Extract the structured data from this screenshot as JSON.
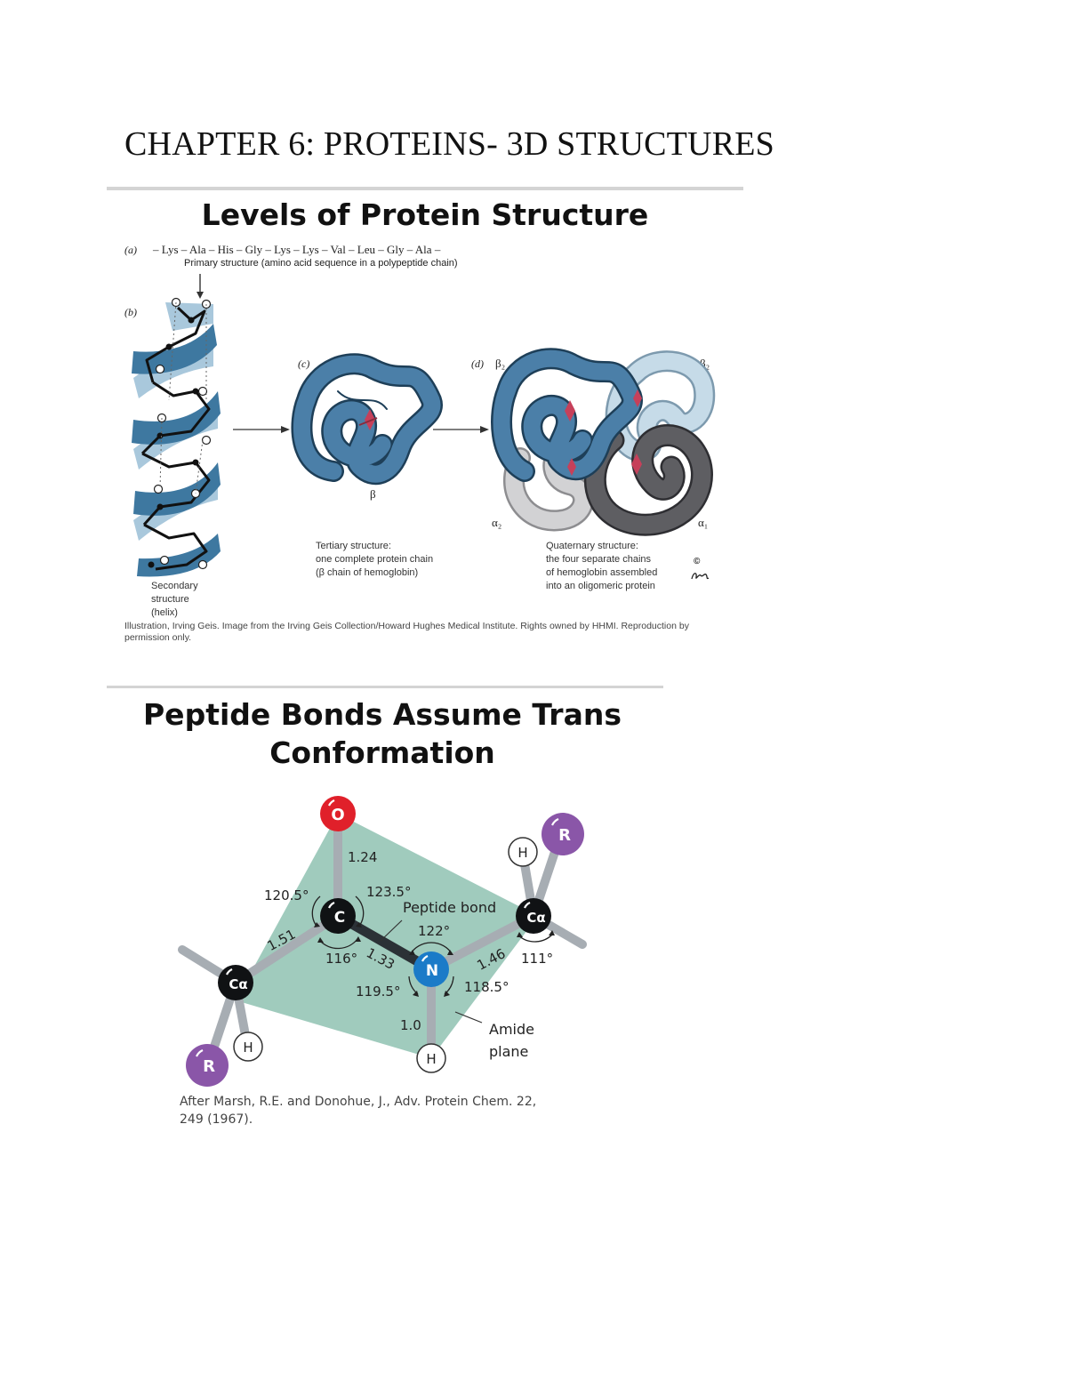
{
  "page": {
    "chapter_title": "CHAPTER 6: PROTEINS- 3D STRUCTURES"
  },
  "slide1": {
    "title": "Levels of Protein Structure",
    "label_a": "(a)",
    "sequence": "– Lys – Ala – His – Gly – Lys – Lys – Val – Leu – Gly – Ala –",
    "primary_caption": "Primary structure (amino acid sequence in a polypeptide chain)",
    "label_b": "(b)",
    "label_c": "(c)",
    "label_d": "(d)",
    "beta_label": "β",
    "beta2_left": "β₂",
    "beta2_right": "β₂",
    "alpha2": "α₂",
    "alpha1": "α₁",
    "secondary_caption": [
      "Secondary",
      "structure",
      "(helix)"
    ],
    "tertiary_caption": [
      "Tertiary structure:",
      "one complete protein chain",
      "(β chain of hemoglobin)"
    ],
    "quaternary_caption": [
      "Quaternary structure:",
      "the four separate chains",
      "of hemoglobin assembled",
      "into an oligomeric protein"
    ],
    "copyright": "©",
    "credit_line1": "Illustration, Irving Geis. Image from the Irving Geis Collection/Howard Hughes Medical Institute. Rights owned by HHMI. Reproduction by",
    "credit_line2": "permission only."
  },
  "slide2": {
    "title_line1": "Peptide Bonds Assume Trans",
    "title_line2": "Conformation",
    "atoms": {
      "O": "O",
      "C": "C",
      "N": "N",
      "Ca": "Cα",
      "H": "H",
      "R": "R"
    },
    "lengths": [
      "1.24",
      "1.51",
      "1.33",
      "1.46",
      "1.0"
    ],
    "angles": [
      "120.5°",
      "123.5°",
      "122°",
      "116°",
      "111°",
      "119.5°",
      "118.5°"
    ],
    "peptide_bond_label": "Peptide bond",
    "amide_plane_label": [
      "Amide",
      "plane"
    ],
    "reference_line1": "After Marsh, R.E. and Donohue, J., Adv. Protein Chem. 22,",
    "reference_line2": "249 (1967)."
  },
  "colors": {
    "helix_dark": "#3e78a0",
    "helix_light": "#a9c8dc",
    "beta_chain": "#4b7fa8",
    "heme": "#c6405a",
    "alpha_dark": "#5e5e62",
    "alpha_light": "#c9c9cb",
    "amide_plane": "#8fc2b2",
    "oxygen": "#e0202a",
    "nitrogen": "#1b7bc8",
    "r_group": "#8a56a8"
  }
}
